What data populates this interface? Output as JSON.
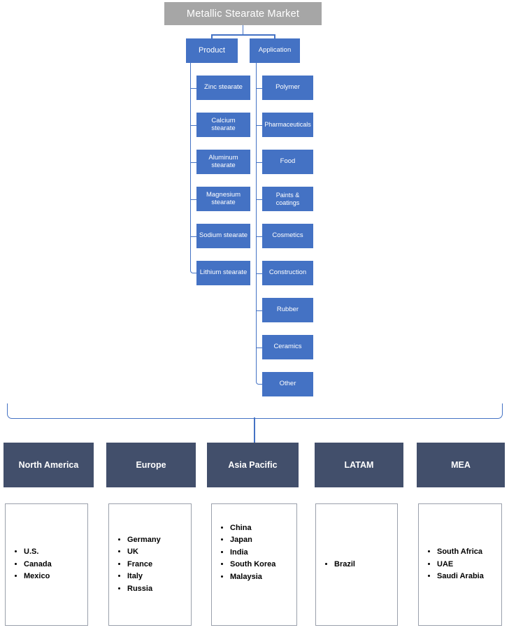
{
  "diagram": {
    "title": "Metallic Stearate Market",
    "colors": {
      "title_bar": "#A6A6A6",
      "node_blue": "#4472C4",
      "region_header": "#424F6B",
      "connector": "#4472C4",
      "country_box_border": "#9AA0AB"
    },
    "branches": [
      {
        "label": "Product",
        "children": [
          "Zinc stearate",
          "Calcium stearate",
          "Aluminum stearate",
          "Magnesium stearate",
          "Sodium stearate",
          "Lithium stearate"
        ]
      },
      {
        "label": "Application",
        "children": [
          "Polymer",
          "Pharmaceuticals",
          "Food",
          "Paints & coatings",
          "Cosmetics",
          "Construction",
          "Rubber",
          "Ceramics",
          "Other"
        ]
      }
    ],
    "regions": [
      {
        "name": "North America",
        "countries": [
          "U.S.",
          "Canada",
          "Mexico"
        ]
      },
      {
        "name": "Europe",
        "countries": [
          "Germany",
          "UK",
          "France",
          "Italy",
          "Russia"
        ]
      },
      {
        "name": "Asia Pacific",
        "countries": [
          "China",
          "Japan",
          "India",
          "South Korea",
          "Malaysia"
        ]
      },
      {
        "name": "LATAM",
        "countries": [
          "Brazil"
        ]
      },
      {
        "name": "MEA",
        "countries": [
          "South Africa",
          "UAE",
          "Saudi Arabia"
        ]
      }
    ]
  }
}
